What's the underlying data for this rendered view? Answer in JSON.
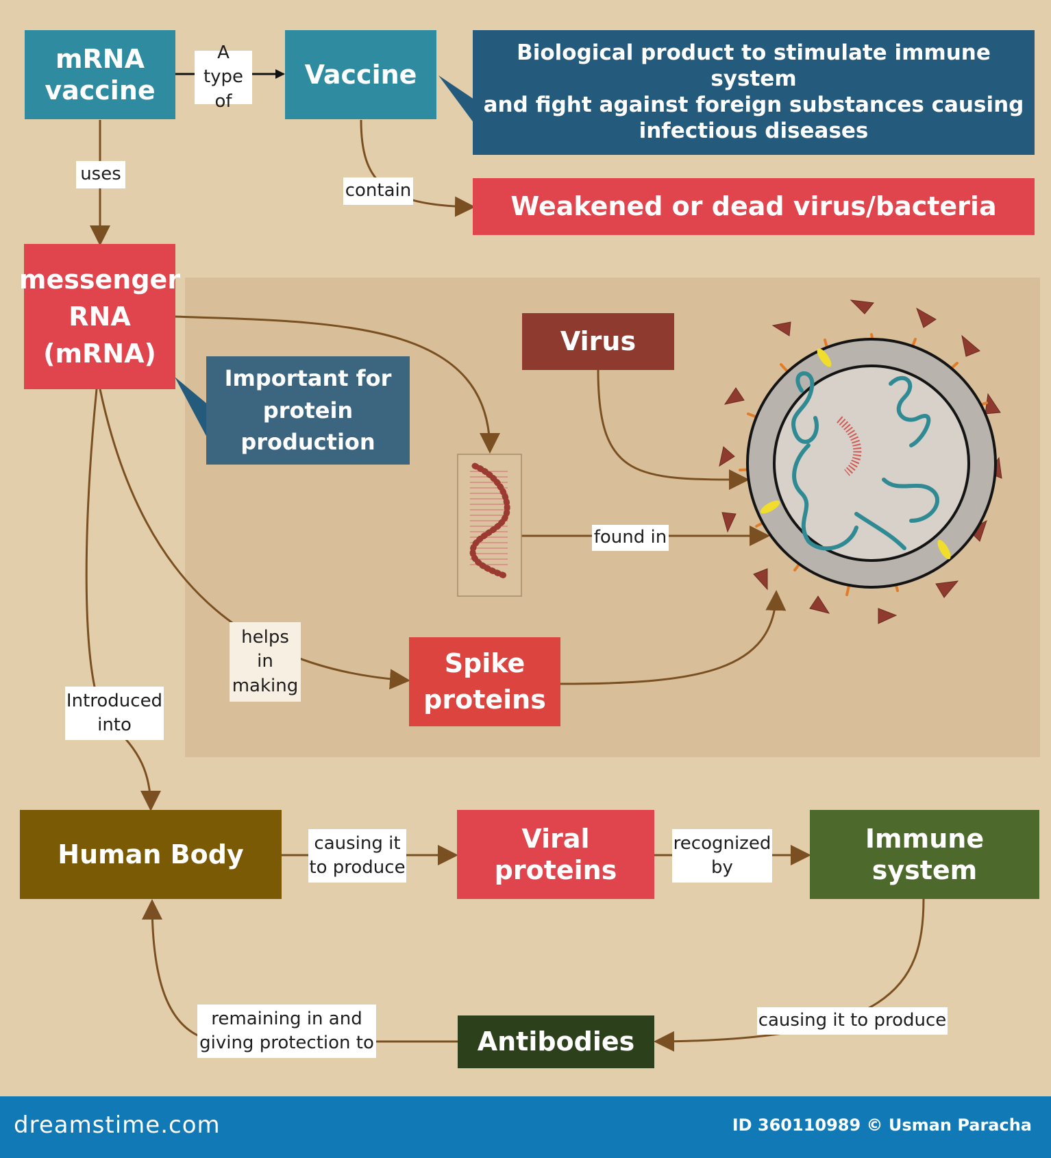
{
  "nodes": {
    "mrna_vaccine": "mRNA\nvaccine",
    "vaccine": "Vaccine",
    "vaccine_definition": "Biological product to stimulate immune system\nand fight against foreign substances causing\ninfectious diseases",
    "weakened_virus": "Weakened or dead virus/bacteria",
    "messenger_rna": "messenger\nRNA\n(mRNA)",
    "protein_production_note": "Important for\nprotein\nproduction",
    "virus": "Virus",
    "spike_proteins": "Spike\nproteins",
    "human_body": "Human Body",
    "viral_proteins": "Viral proteins",
    "immune_system": "Immune system",
    "antibodies": "Antibodies"
  },
  "edges": {
    "a_type_of": "A type\nof",
    "uses": "uses",
    "contain": "contain",
    "found_in": "found in",
    "helps_in_making": "helps\nin\nmaking",
    "introduced_into": "Introduced\ninto",
    "causing_it_to_produce_1": "causing it\nto produce",
    "recognized_by": "recognized\nby",
    "causing_it_to_produce_2": "causing it to produce",
    "remaining_in_and_giving_protection_to": "remaining in and\ngiving protection to"
  },
  "footer": {
    "logo": "dreamstime.com",
    "credit": "ID 360110989 © Usman Paracha"
  },
  "colors": {
    "background": "#e3ceab",
    "panel": "#d8bf99",
    "teal": "#2f8ba0",
    "navy": "#245b7c",
    "red": "#e0454d",
    "crimson": "#dc4440",
    "brown": "#8f3a2e",
    "olive": "#7a5a05",
    "green": "#4d6a2c",
    "dark_green": "#2d401c",
    "arrow": "#7a5022",
    "footer": "#1179b5"
  }
}
